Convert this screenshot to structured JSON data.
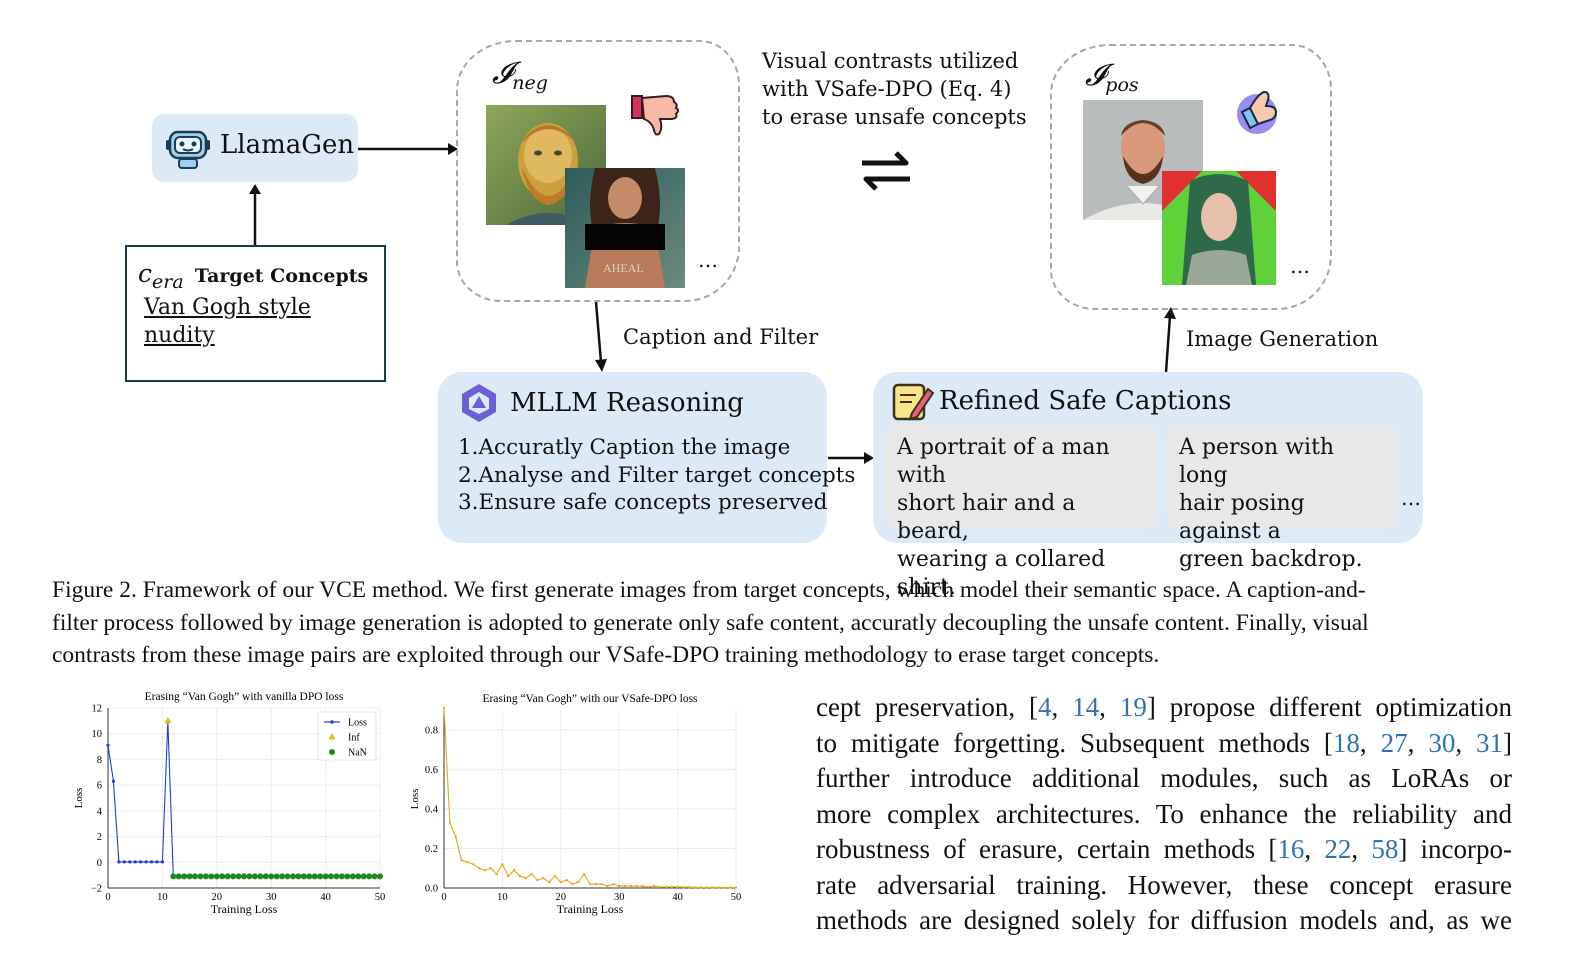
{
  "figure": {
    "llamagen_label": "LlamaGen",
    "target_box": {
      "symbol": "c",
      "symbol_sub": "era",
      "title": "Target Concepts",
      "items": [
        "Van Gogh style",
        "nudity"
      ]
    },
    "neg_set": {
      "symbol": "𝓘",
      "sub": "neg",
      "ellipsis": "…"
    },
    "pos_set": {
      "symbol": "𝓘",
      "sub": "pos",
      "ellipsis": "…"
    },
    "contrast_text": [
      "Visual contrasts utilized",
      "with VSafe-DPO (Eq. 4)",
      "to erase unsafe concepts"
    ],
    "caption_filter_label": "Caption and Filter",
    "image_generation_label": "Image Generation",
    "mllm": {
      "title": "MLLM Reasoning",
      "steps": [
        "1.Accuratly Caption the image",
        "2.Analyse and Filter target concepts",
        "3.Ensure safe concepts preserved"
      ]
    },
    "refined": {
      "title": "Refined Safe Captions",
      "captions": [
        [
          "A portrait of a man with",
          "short hair and a beard,",
          "wearing a collared shirt."
        ],
        [
          "A person with long",
          "hair posing against a",
          "green backdrop."
        ]
      ],
      "ellipsis": "…"
    },
    "colors": {
      "box_blue": "#dce9f6",
      "card_gray": "#e8e8e8",
      "dash_gray": "#a6a6a6",
      "ref_blue": "#2e73b8"
    }
  },
  "caption": {
    "lines": [
      "Figure 2. Framework of our VCE method. We first generate images from target concepts, which model their semantic space. A caption-and-",
      "filter process followed by image generation is adopted to generate only safe content, accuratly decoupling the unsafe content. Finally, visual",
      "contrasts from these image pairs are exploited through our VSafe-DPO training methodology to erase target concepts."
    ]
  },
  "body_text": {
    "l1": {
      "a": "cept preservation, [",
      "r1": "4",
      "s1": ", ",
      "r2": "14",
      "s2": ", ",
      "r3": "19",
      "b": "] propose different optimization"
    },
    "l2": {
      "a": "to mitigate forgetting. Subsequent methods [",
      "r1": "18",
      "s1": ", ",
      "r2": "27",
      "s2": ", ",
      "r3": "30",
      "s3": ", ",
      "r4": "31",
      "b": "]"
    },
    "l3": "further introduce additional modules, such as LoRAs or",
    "l4": "more complex architectures. To enhance the reliability and",
    "l5": {
      "a": "robustness of erasure, certain methods [",
      "r1": "16",
      "s1": ", ",
      "r2": "22",
      "s2": ", ",
      "r3": "58",
      "b": "] incorpo-"
    },
    "l6": "rate adversarial training.  However, these concept erasure",
    "l7": "methods are designed solely for diffusion models and, as we"
  },
  "chart_data": [
    {
      "type": "line",
      "title": "Erasing “Van Gogh” with vanilla DPO loss",
      "xlabel": "Training Loss",
      "ylabel": "Loss",
      "xlim": [
        0,
        50
      ],
      "ylim": [
        -2,
        12
      ],
      "xticks": [
        "0",
        "10",
        "20",
        "30",
        "40",
        "50"
      ],
      "yticks": [
        "−2",
        "0",
        "2",
        "4",
        "6",
        "8",
        "10",
        "12"
      ],
      "grid": true,
      "legend": "top-right",
      "series": [
        {
          "name": "Loss",
          "color": "#1f3fd6",
          "x": [
            0,
            1,
            2,
            3,
            4,
            5,
            6,
            7,
            8,
            9,
            10,
            11,
            12
          ],
          "y": [
            9.1,
            6.3,
            0.03,
            0.03,
            0.03,
            0.03,
            0.03,
            0.03,
            0.03,
            0.03,
            0.03,
            11.0,
            -1.1
          ]
        },
        {
          "name": "Inf",
          "color": "#d4c21a",
          "x": [
            11
          ],
          "y": [
            11.0
          ]
        },
        {
          "name": "NaN",
          "color": "#1a8a1a",
          "x": [
            12,
            13,
            14,
            15,
            16,
            17,
            18,
            19,
            20,
            21,
            22,
            23,
            24,
            25,
            26,
            27,
            28,
            29,
            30,
            31,
            32,
            33,
            34,
            35,
            36,
            37,
            38,
            39,
            40,
            41,
            42,
            43,
            44,
            45,
            46,
            47,
            48,
            49,
            50
          ],
          "y": -1.1
        }
      ]
    },
    {
      "type": "line",
      "title": "Erasing “Van Gogh” with our VSafe-DPO loss",
      "xlabel": "Training Loss",
      "ylabel": "Loss",
      "xlim": [
        0,
        50
      ],
      "ylim": [
        0,
        0.9
      ],
      "xticks": [
        "0",
        "10",
        "20",
        "30",
        "40",
        "50"
      ],
      "yticks": [
        "0.0",
        "0.2",
        "0.4",
        "0.6",
        "0.8"
      ],
      "grid": true,
      "series": [
        {
          "name": "",
          "color": "#e8a916",
          "x": [
            0,
            1,
            2,
            3,
            4,
            5,
            6,
            7,
            8,
            9,
            10,
            11,
            12,
            13,
            14,
            15,
            16,
            17,
            18,
            19,
            20,
            21,
            22,
            23,
            24,
            25,
            26,
            27,
            28,
            29,
            30,
            31,
            32,
            33,
            34,
            35,
            36,
            37,
            38,
            39,
            40,
            41,
            42,
            43,
            44,
            45,
            46,
            47,
            48,
            49,
            50
          ],
          "y": [
            0.91,
            0.33,
            0.26,
            0.14,
            0.13,
            0.12,
            0.1,
            0.09,
            0.1,
            0.07,
            0.12,
            0.06,
            0.09,
            0.06,
            0.05,
            0.07,
            0.04,
            0.05,
            0.03,
            0.06,
            0.03,
            0.04,
            0.02,
            0.03,
            0.07,
            0.02,
            0.02,
            0.02,
            0.01,
            0.02,
            0.01,
            0.01,
            0.01,
            0.01,
            0.01,
            0.005,
            0.01,
            0.005,
            0.005,
            0.005,
            0.005,
            0.004,
            0.004,
            0.003,
            0.003,
            0.003,
            0.003,
            0.002,
            0.002,
            0.002,
            0.002
          ]
        }
      ]
    }
  ]
}
